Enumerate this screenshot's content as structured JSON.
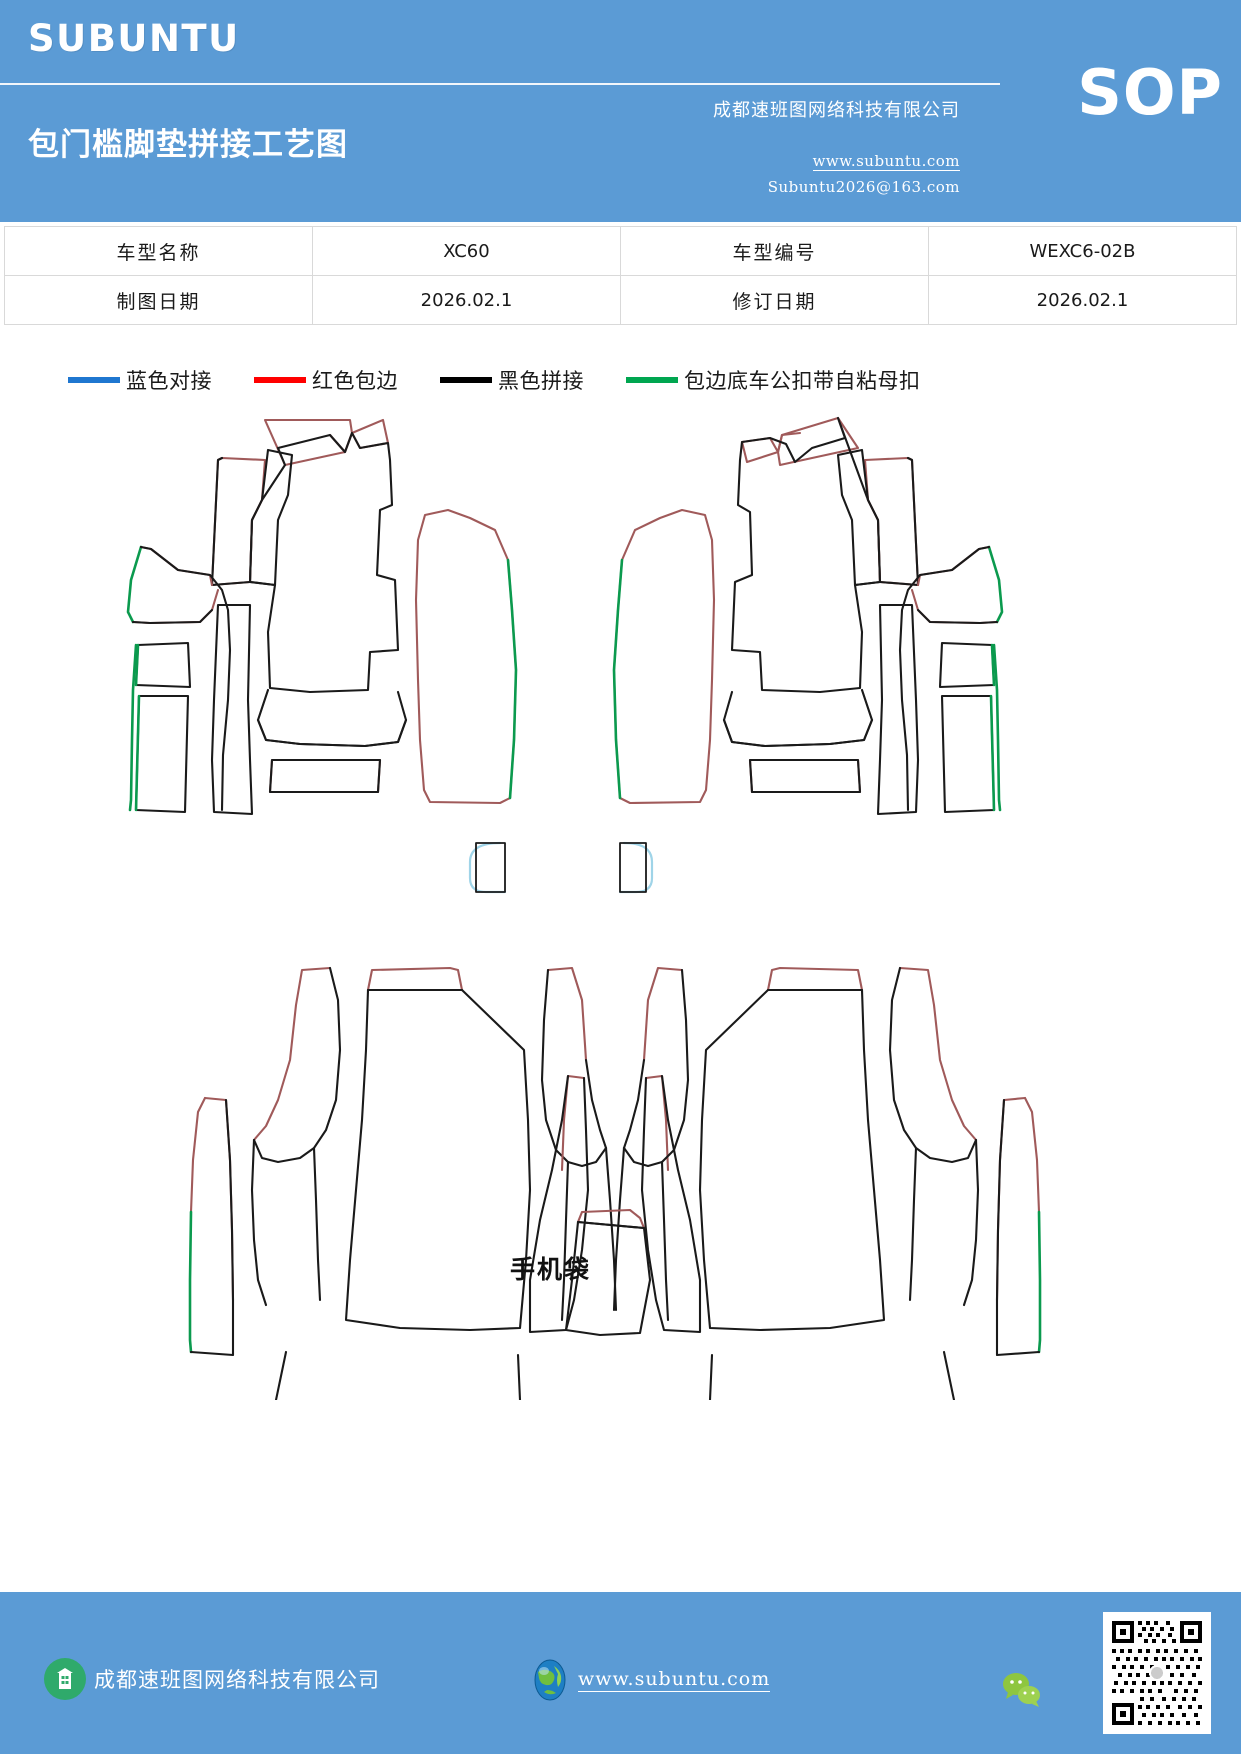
{
  "header": {
    "brand": "SUBUNTU",
    "doc_title": "包门槛脚垫拼接工艺图",
    "sop_tag": "SOP",
    "company": "成都速班图网络科技有限公司",
    "url": "www.subuntu.com",
    "email": "Subuntu2026@163.com",
    "bg_color": "#5b9bd5"
  },
  "info_table": {
    "rows": [
      {
        "label1": "车型名称",
        "value1": "XC60",
        "label2": "车型编号",
        "value2": "WEXC6-02B"
      },
      {
        "label1": "制图日期",
        "value1": "2026.02.1",
        "label2": "修订日期",
        "value2": "2026.02.1"
      }
    ]
  },
  "legend": {
    "items": [
      {
        "color": "#1f77d0",
        "label": "蓝色对接"
      },
      {
        "color": "#ff0000",
        "label": "红色包边"
      },
      {
        "color": "#000000",
        "label": "黑色拼接"
      },
      {
        "color": "#00a650",
        "label": "包边底车公扣带自粘母扣"
      }
    ]
  },
  "drawing": {
    "phone_pocket_label": "手机袋",
    "stroke_colors": {
      "black_seam": "#1a1a1a",
      "red_binding": "#a05a5a",
      "green_hook": "#0b9a4e",
      "blue_butt": "#9fd4e8"
    }
  },
  "footer": {
    "company": "成都速班图网络科技有限公司",
    "url": "www.subuntu.com",
    "company_icon": "building-icon",
    "globe_icon": "globe-icon",
    "wechat_icon": "wechat-icon",
    "qr_icon": "qr-code-icon",
    "bg_color": "#5b9bd5"
  }
}
